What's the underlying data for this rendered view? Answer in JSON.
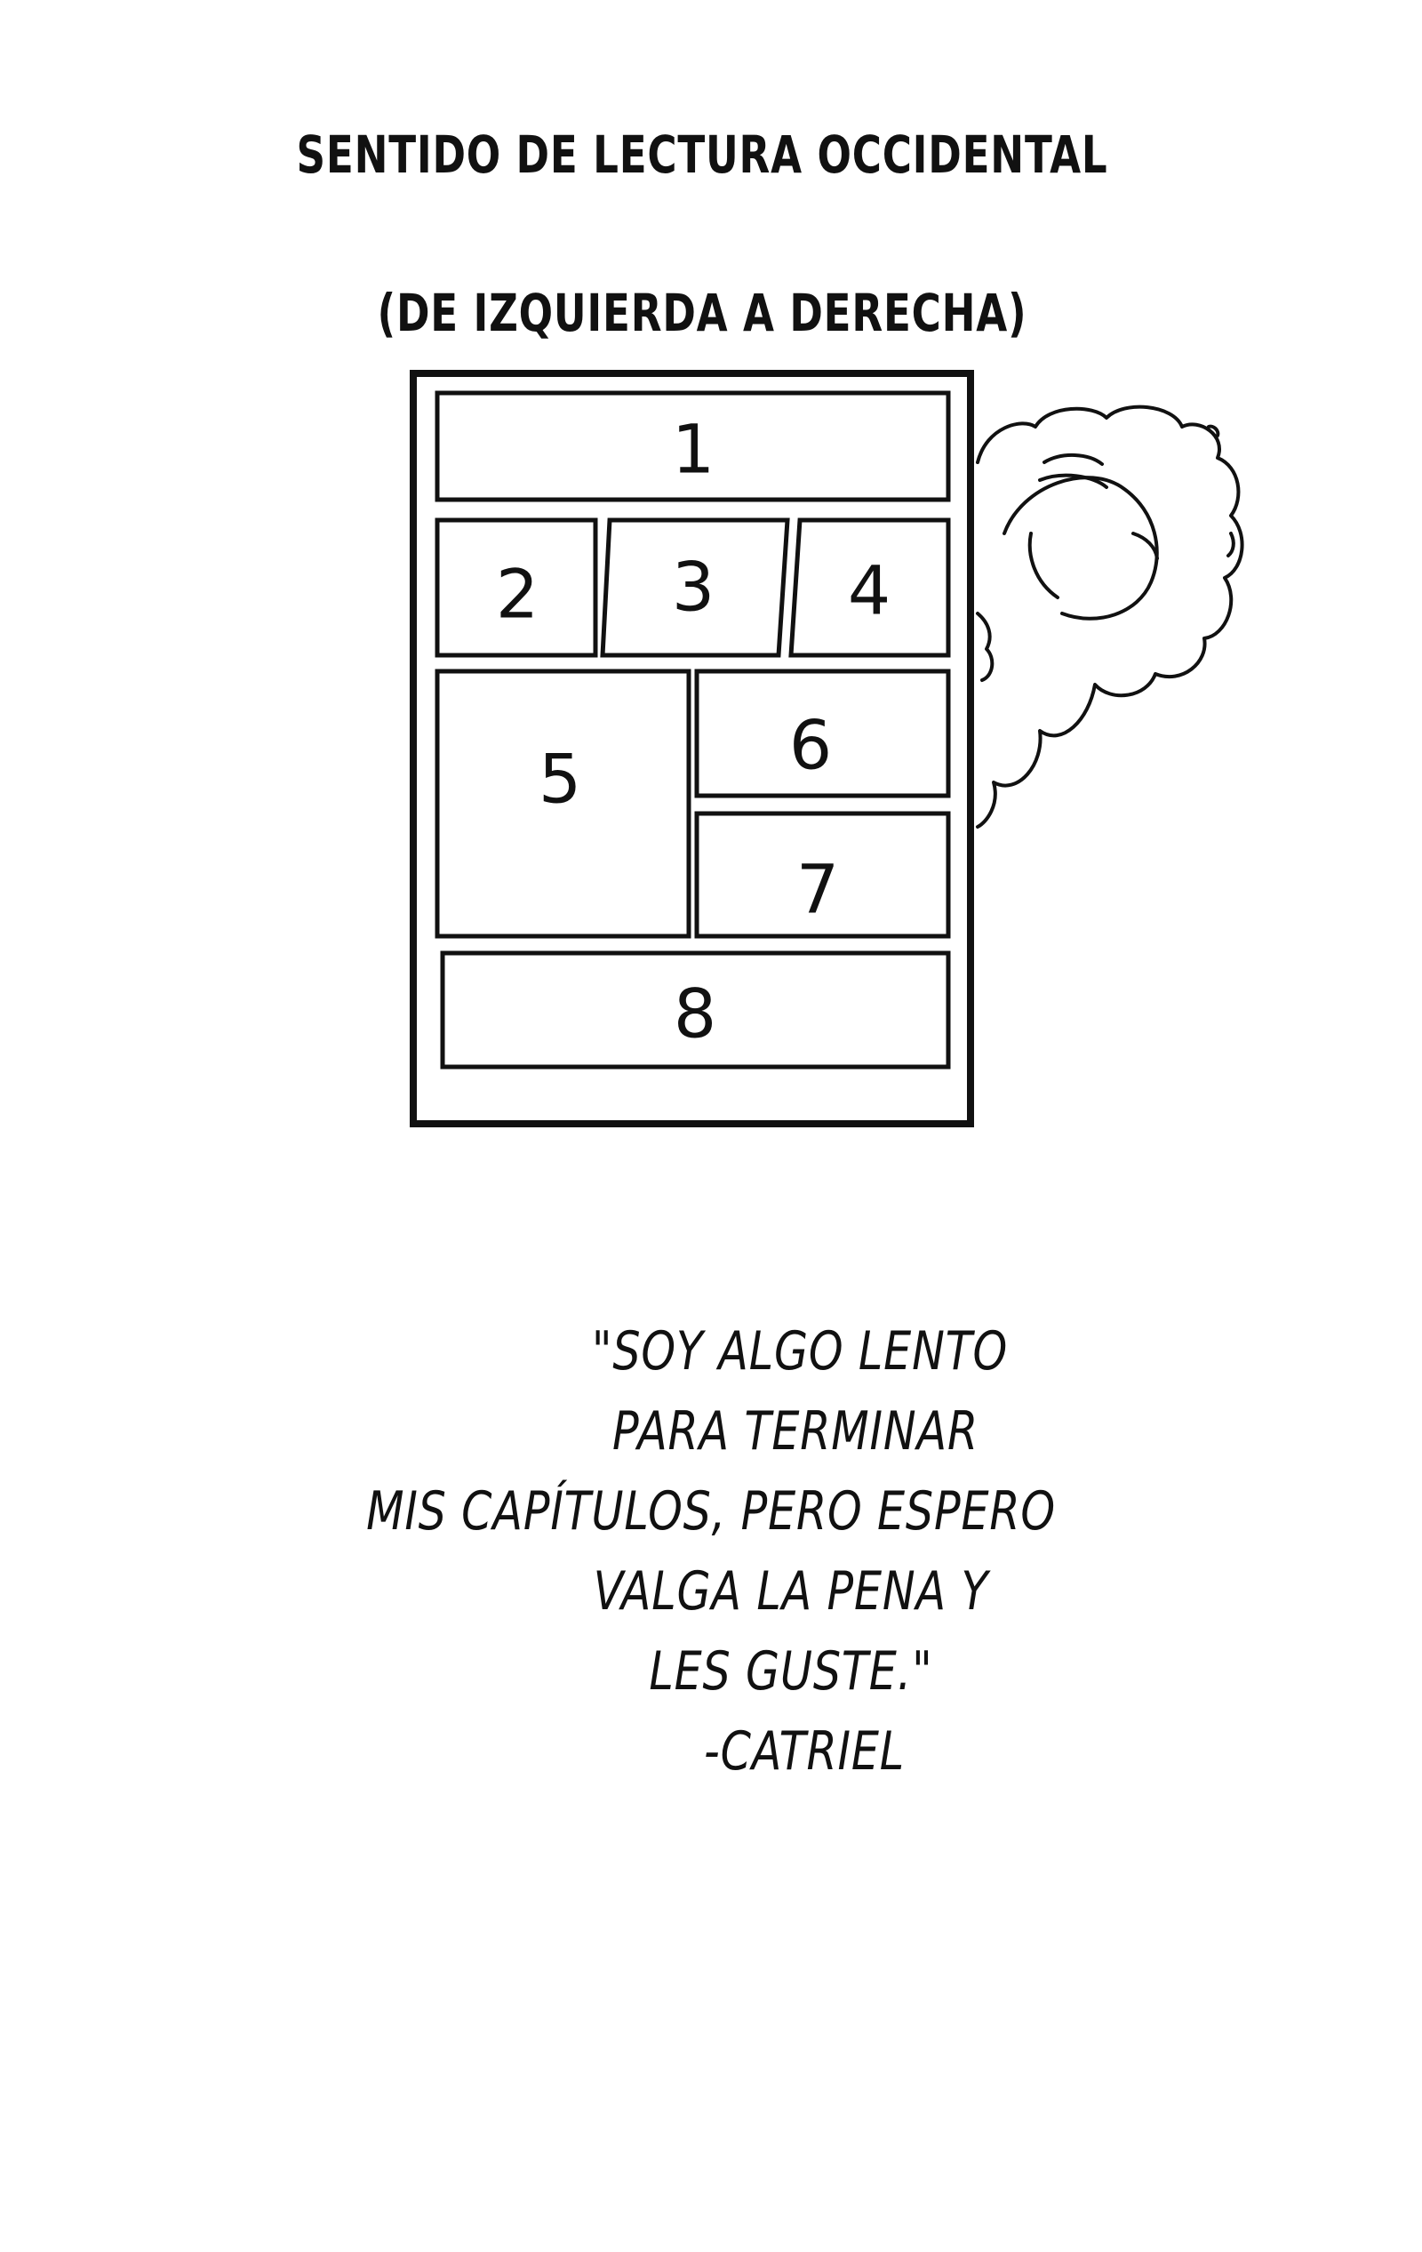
{
  "header": {
    "title": "SENTIDO DE LECTURA OCCIDENTAL",
    "subtitle": "(DE IZQUIERDA A DERECHA)"
  },
  "layout_diagram": {
    "panels": [
      "1",
      "2",
      "3",
      "4",
      "5",
      "6",
      "7",
      "8"
    ]
  },
  "quote": {
    "lines": [
      "\"SOY ALGO LENTO",
      "PARA TERMINAR",
      "MIS CAPÍTULOS, PERO ESPERO",
      "VALGA LA PENA Y",
      "LES GUSTE.\"",
      "-CATRIEL"
    ]
  },
  "colors": {
    "ink": "#111111",
    "paper": "#ffffff"
  }
}
